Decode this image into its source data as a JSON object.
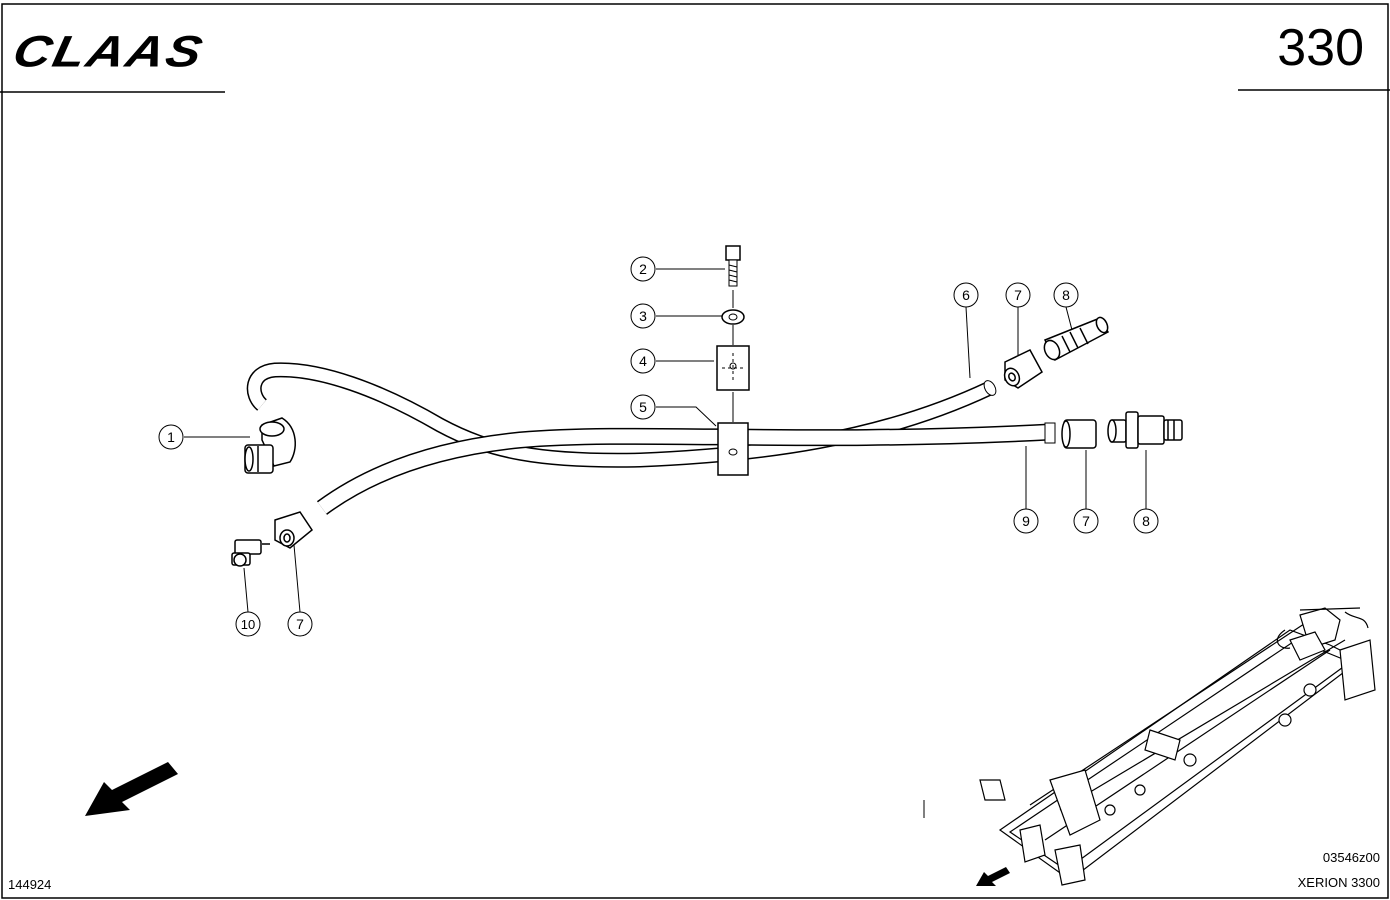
{
  "header": {
    "brand": "CLAAS",
    "page_number": "330"
  },
  "footer": {
    "figure_id": "144924",
    "drawing_number": "03546z00",
    "model": "XERION 3300"
  },
  "callouts": [
    {
      "id": "c1",
      "label": "1"
    },
    {
      "id": "c2",
      "label": "2"
    },
    {
      "id": "c3",
      "label": "3"
    },
    {
      "id": "c4",
      "label": "4"
    },
    {
      "id": "c5",
      "label": "5"
    },
    {
      "id": "c6",
      "label": "6"
    },
    {
      "id": "c7a",
      "label": "7"
    },
    {
      "id": "c8a",
      "label": "8"
    },
    {
      "id": "c9",
      "label": "9"
    },
    {
      "id": "c7b",
      "label": "7"
    },
    {
      "id": "c8b",
      "label": "8"
    },
    {
      "id": "c10",
      "label": "10"
    },
    {
      "id": "c7c",
      "label": "7"
    }
  ]
}
